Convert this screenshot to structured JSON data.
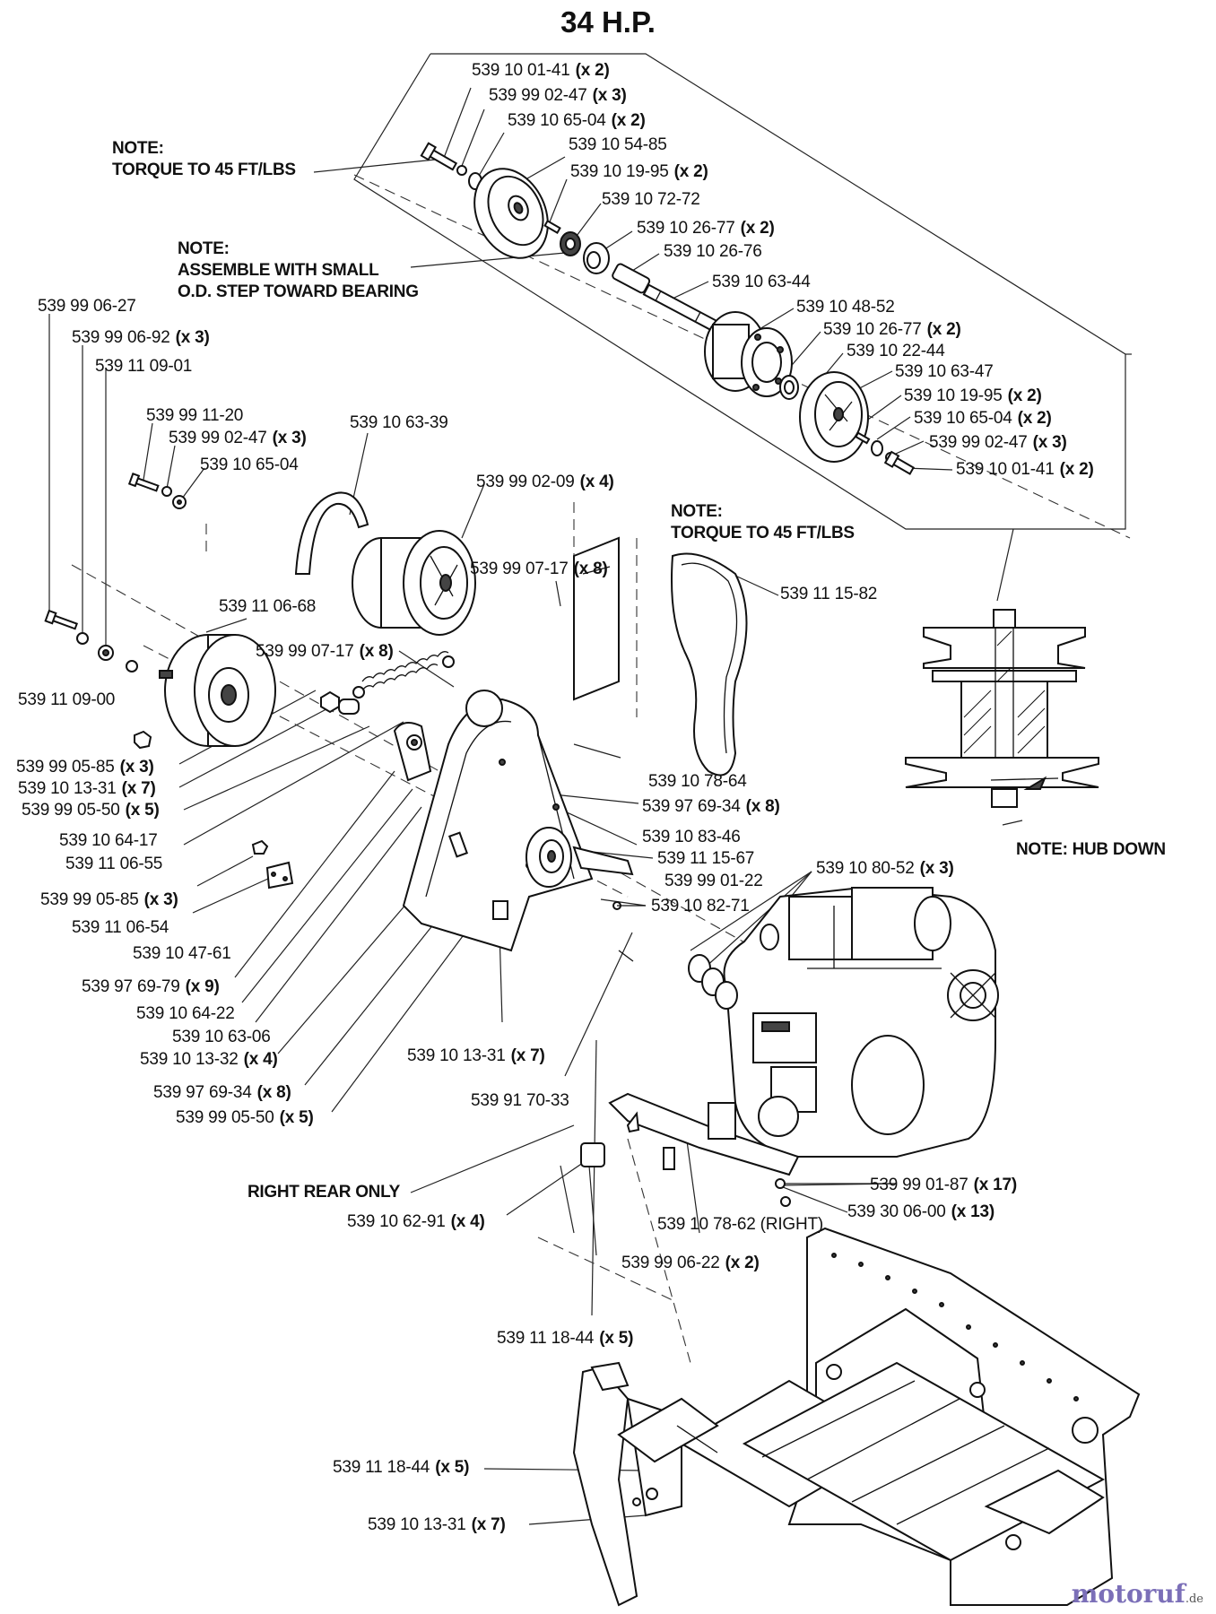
{
  "title": "34 H.P.",
  "watermark": {
    "brand": "motoruf",
    "tld": ".de",
    "color": "#7b6fb8"
  },
  "notes": {
    "torque_upper_1": "NOTE:",
    "torque_upper_2": "TORQUE TO 45 FT/LBS",
    "assemble_1": "NOTE:",
    "assemble_2": "ASSEMBLE WITH SMALL",
    "assemble_3": "O.D. STEP TOWARD BEARING",
    "torque_right_1": "NOTE:",
    "torque_right_2": "TORQUE TO 45 FT/LBS",
    "hub_down": "NOTE: HUB DOWN",
    "right_rear_only": "RIGHT REAR ONLY"
  },
  "labels": [
    {
      "part": "539 10 01-41",
      "qty": "(x 2)"
    },
    {
      "part": "539 99 02-47",
      "qty": "(x 3)"
    },
    {
      "part": "539 10 65-04",
      "qty": "(x 2)"
    },
    {
      "part": "539 10 54-85",
      "qty": ""
    },
    {
      "part": "539 10 19-95",
      "qty": "(x 2)"
    },
    {
      "part": "539 10 72-72",
      "qty": ""
    },
    {
      "part": "539 10 26-77",
      "qty": "(x 2)"
    },
    {
      "part": "539 10 26-76",
      "qty": ""
    },
    {
      "part": "539 10 63-44",
      "qty": ""
    },
    {
      "part": "539 10 48-52",
      "qty": ""
    },
    {
      "part": "539 10 26-77",
      "qty": "(x 2)"
    },
    {
      "part": "539 10 22-44",
      "qty": ""
    },
    {
      "part": "539 10 63-47",
      "qty": ""
    },
    {
      "part": "539 10 19-95",
      "qty": "(x 2)"
    },
    {
      "part": "539 10 65-04",
      "qty": "(x 2)"
    },
    {
      "part": "539 99 02-47",
      "qty": "(x 3)"
    },
    {
      "part": "539 10 01-41",
      "qty": "(x 2)"
    },
    {
      "part": "539 99 06-27",
      "qty": ""
    },
    {
      "part": "539 99 06-92",
      "qty": "(x 3)"
    },
    {
      "part": "539 11 09-01",
      "qty": ""
    },
    {
      "part": "539 99 11-20",
      "qty": ""
    },
    {
      "part": "539 99 02-47",
      "qty": "(x 3)"
    },
    {
      "part": "539 10 65-04",
      "qty": ""
    },
    {
      "part": "539 10 63-39",
      "qty": ""
    },
    {
      "part": "539 99 02-09",
      "qty": "(x 4)"
    },
    {
      "part": "539 99 07-17",
      "qty": "(x 8)"
    },
    {
      "part": "539 11 15-82",
      "qty": ""
    },
    {
      "part": "539 11 06-68",
      "qty": ""
    },
    {
      "part": "539 99 07-17",
      "qty": "(x 8)"
    },
    {
      "part": "539 11 09-00",
      "qty": ""
    },
    {
      "part": "539 99 05-85",
      "qty": "(x 3)"
    },
    {
      "part": "539 10 13-31",
      "qty": "(x 7)"
    },
    {
      "part": "539 99 05-50",
      "qty": "(x 5)"
    },
    {
      "part": "539 10 64-17",
      "qty": ""
    },
    {
      "part": "539 11 06-55",
      "qty": ""
    },
    {
      "part": "539 10 78-64",
      "qty": ""
    },
    {
      "part": "539 97 69-34",
      "qty": "(x 8)"
    },
    {
      "part": "539 10 83-46",
      "qty": ""
    },
    {
      "part": "539 11 15-67",
      "qty": ""
    },
    {
      "part": "539 99 01-22",
      "qty": ""
    },
    {
      "part": "539 10 80-52",
      "qty": "(x 3)"
    },
    {
      "part": "539 10 82-71",
      "qty": ""
    },
    {
      "part": "539 99 05-85",
      "qty": "(x 3)"
    },
    {
      "part": "539 11 06-54",
      "qty": ""
    },
    {
      "part": "539 10 47-61",
      "qty": ""
    },
    {
      "part": "539 97 69-79",
      "qty": "(x 9)"
    },
    {
      "part": "539 10 64-22",
      "qty": ""
    },
    {
      "part": "539 10 63-06",
      "qty": ""
    },
    {
      "part": "539 10 13-32",
      "qty": "(x 4)"
    },
    {
      "part": "539 10 13-31",
      "qty": "(x 7)"
    },
    {
      "part": "539 97 69-34",
      "qty": "(x 8)"
    },
    {
      "part": "539 99 05-50",
      "qty": "(x 5)"
    },
    {
      "part": "539 91 70-33",
      "qty": ""
    },
    {
      "part": "539 99 01-87",
      "qty": "(x 17)"
    },
    {
      "part": "539 30 06-00",
      "qty": "(x 13)"
    },
    {
      "part": "539 10 62-91",
      "qty": "(x 4)"
    },
    {
      "part": "539 10 78-62 (RIGHT)",
      "qty": ""
    },
    {
      "part": "539 99 06-22",
      "qty": "(x 2)"
    },
    {
      "part": "539 11 18-44",
      "qty": "(x 5)"
    },
    {
      "part": "539 11 18-44",
      "qty": "(x 5)"
    },
    {
      "part": "539 10 13-31",
      "qty": "(x 7)"
    }
  ]
}
